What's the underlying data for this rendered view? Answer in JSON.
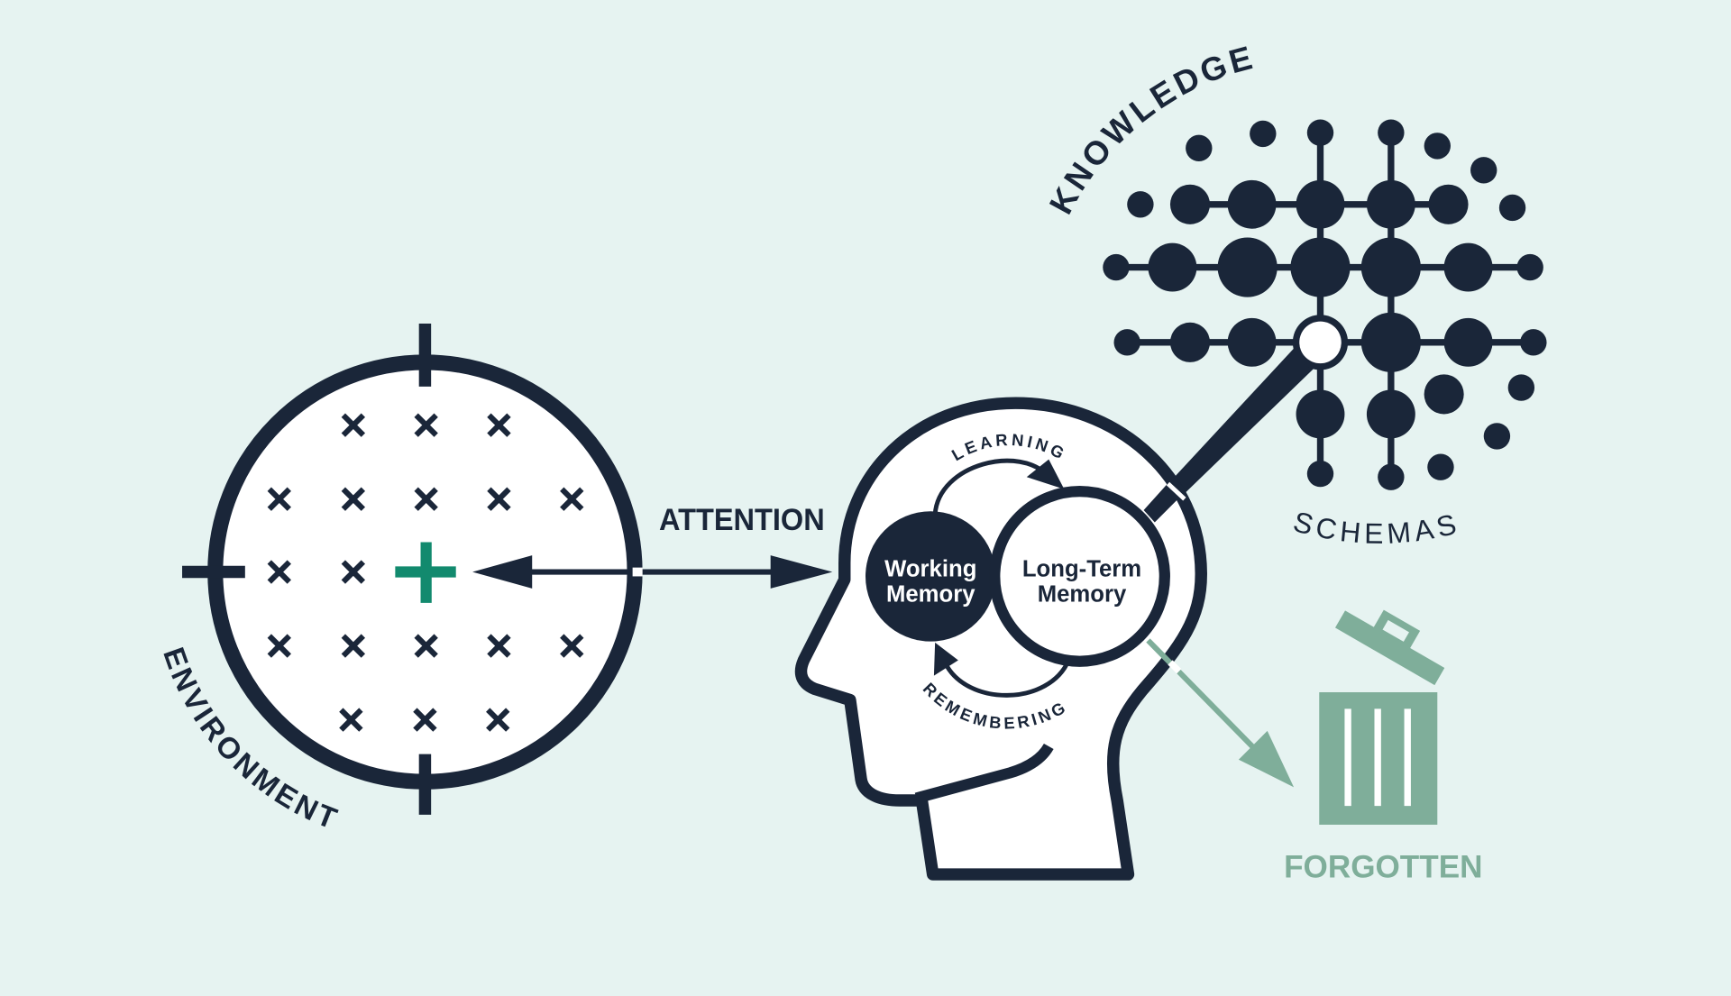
{
  "colors": {
    "background": "#e6f3f1",
    "dark": "#1a2639",
    "accent": "#128a6e",
    "forgotten": "#7fae9a"
  },
  "environment": {
    "label": "ENVIRONMENT",
    "focus_icon": "plus-icon",
    "distractor_icon": "x-icon"
  },
  "attention": {
    "label": "ATTENTION"
  },
  "working_memory": {
    "line1": "Working",
    "line2": "Memory"
  },
  "long_term_memory": {
    "line1": "Long-Term",
    "line2": "Memory"
  },
  "learning": {
    "label": "LEARNING"
  },
  "remembering": {
    "label": "REMEMBERING"
  },
  "knowledge": {
    "label": "KNOWLEDGE"
  },
  "schemas": {
    "label": "SCHEMAS"
  },
  "forgotten": {
    "label": "FORGOTTEN",
    "icon": "trash-icon"
  }
}
